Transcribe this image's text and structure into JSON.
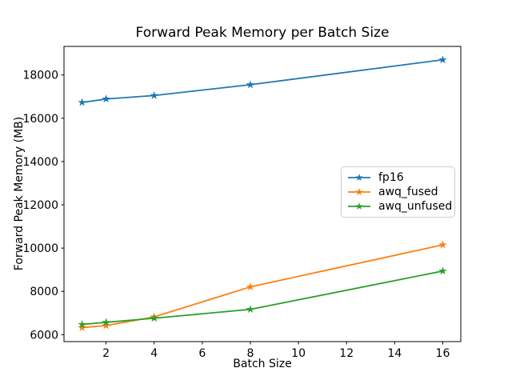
{
  "chart_data": {
    "type": "line",
    "title": "Forward Peak Memory per Batch Size",
    "xlabel": "Batch Size",
    "ylabel": "Forward Peak Memory (MB)",
    "x": [
      1,
      2,
      4,
      8,
      16
    ],
    "series": [
      {
        "name": "fp16",
        "color": "#1f77b4",
        "values": [
          16730,
          16890,
          17050,
          17550,
          18700
        ]
      },
      {
        "name": "awq_fused",
        "color": "#ff7f0e",
        "values": [
          6330,
          6420,
          6820,
          8210,
          10150
        ]
      },
      {
        "name": "awq_unfused",
        "color": "#2ca02c",
        "values": [
          6470,
          6570,
          6760,
          7170,
          8940
        ]
      }
    ],
    "marker": "star",
    "xticks": [
      2,
      4,
      6,
      8,
      10,
      12,
      14,
      16
    ],
    "yticks": [
      6000,
      8000,
      10000,
      12000,
      14000,
      16000,
      18000
    ],
    "xlim": [
      0.25,
      16.75
    ],
    "ylim": [
      5680,
      19320
    ],
    "grid": false,
    "legend_position": "center-right",
    "colors": {
      "background": "#ffffff",
      "spine": "#000000",
      "legend_border": "#cccccc"
    }
  }
}
